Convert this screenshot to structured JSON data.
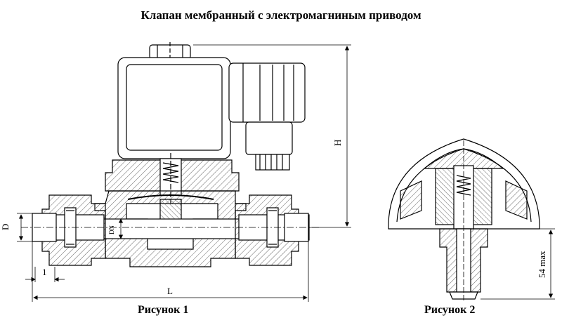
{
  "title": "Клапан мембранный с электромагниным приводом",
  "figure1": {
    "caption": "Рисунок 1",
    "labels": {
      "D": "D",
      "DN": "DN",
      "one": "1",
      "L": "L",
      "H": "H"
    }
  },
  "figure2": {
    "caption": "Рисунок 2",
    "labels": {
      "height": "54 max"
    }
  },
  "colors": {
    "line": "#000000",
    "hatch": "#777777",
    "fill": "#ffffff"
  }
}
